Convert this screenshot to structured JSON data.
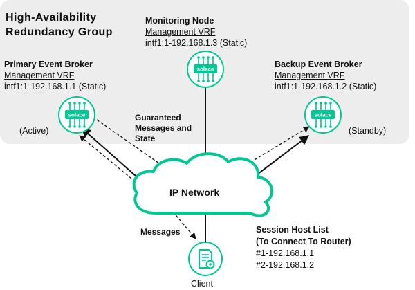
{
  "group": {
    "title_line1": "High-Availability",
    "title_line2": "Redundancy Group"
  },
  "monitoring": {
    "name": "Monitoring Node",
    "vrf": "Management VRF",
    "intf": "intf1:1-192.168.1.3 (Static)"
  },
  "primary": {
    "name": "Primary Event Broker",
    "vrf": "Management VRF",
    "intf": "intf1:1-192.168.1.1 (Static)",
    "state": "(Active)"
  },
  "backup": {
    "name": "Backup Event Broker",
    "vrf": "Management VRF",
    "intf": "intf1:1-192.168.1.2 (Static)",
    "state": "(Standby)"
  },
  "guaranteed": {
    "line1": "Guaranteed",
    "line2": "Messages and",
    "line3": "State"
  },
  "network": {
    "label": "IP Network"
  },
  "messages_label": "Messages",
  "client": {
    "label": "Client"
  },
  "session": {
    "line1": "Session Host List",
    "line2": "(To Connect To Router)",
    "entry1": "#1-192.168.1.1",
    "entry2": "#2-192.168.1.2"
  },
  "logo_text": "solace",
  "colors": {
    "accent": "#00c895",
    "group_bg": "#ededed",
    "text": "#111111"
  },
  "icons": {
    "broker": "solace-broker-icon",
    "client": "client-settings-icon",
    "network": "cloud-icon"
  }
}
